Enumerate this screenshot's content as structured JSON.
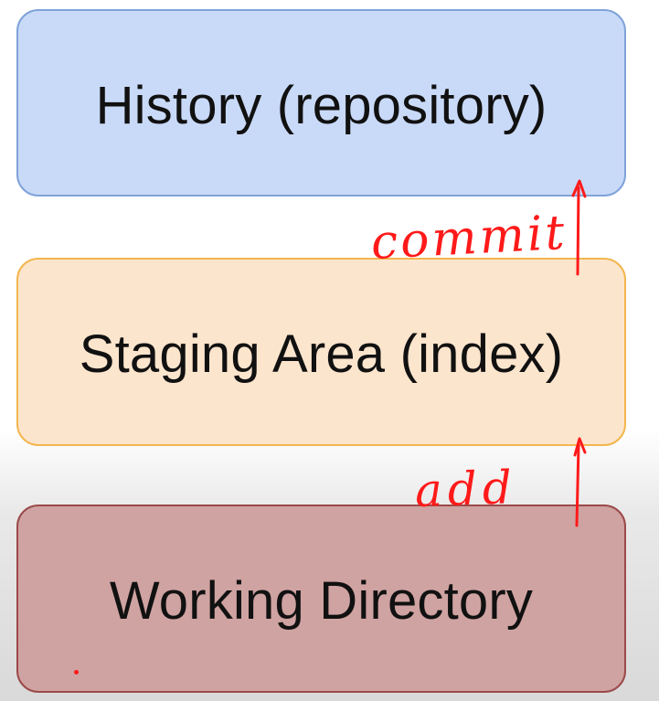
{
  "boxes": {
    "history": {
      "label": "History (repository)",
      "fill": "#c9daf8",
      "border": "#7fa3d9"
    },
    "staging": {
      "label": "Staging Area (index)",
      "fill": "#fce5cd",
      "border": "#f2b64e"
    },
    "working": {
      "label": "Working Directory",
      "fill": "#cfa3a1",
      "border": "#9b4a4a"
    }
  },
  "annotations": {
    "commit_label": "commit",
    "add_label": "add",
    "ink_color": "#ff1a1a"
  }
}
